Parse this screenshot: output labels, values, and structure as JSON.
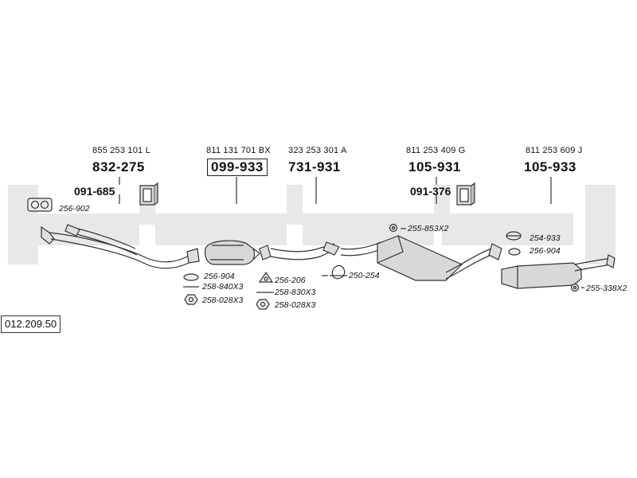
{
  "diagram_id": "012.209.50",
  "columns": [
    {
      "ref": "855 253 101 L",
      "part_no": "832-275",
      "bracket_no": "091-685"
    },
    {
      "ref": "811 131 701 BX",
      "part_no": "099-933"
    },
    {
      "ref": "323 253 301 A",
      "part_no": "731-931"
    },
    {
      "ref": "811 253 409 G",
      "part_no": "105-931",
      "bracket_no": "091-376"
    },
    {
      "ref": "811 253 609 J",
      "part_no": "105-933"
    }
  ],
  "part_labels": {
    "gasket_front": "256-902",
    "gasket_cat_1": "256-904",
    "bolt_cat_1": "258-840X3",
    "nut_cat_1": "258-028X3",
    "gasket_cat_2": "256-206",
    "bolt_cat_2": "258-830X3",
    "nut_cat_2": "258-028X3",
    "clamp_mid": "250-254",
    "hanger_mid": "255-853X2",
    "clamp_rear": "254-933",
    "gasket_rear": "256-904",
    "hanger_rear": "255-338X2"
  },
  "colors": {
    "line": "#333333",
    "watermark": "#e6e6e6",
    "part_fill": "#d8d8d8"
  }
}
